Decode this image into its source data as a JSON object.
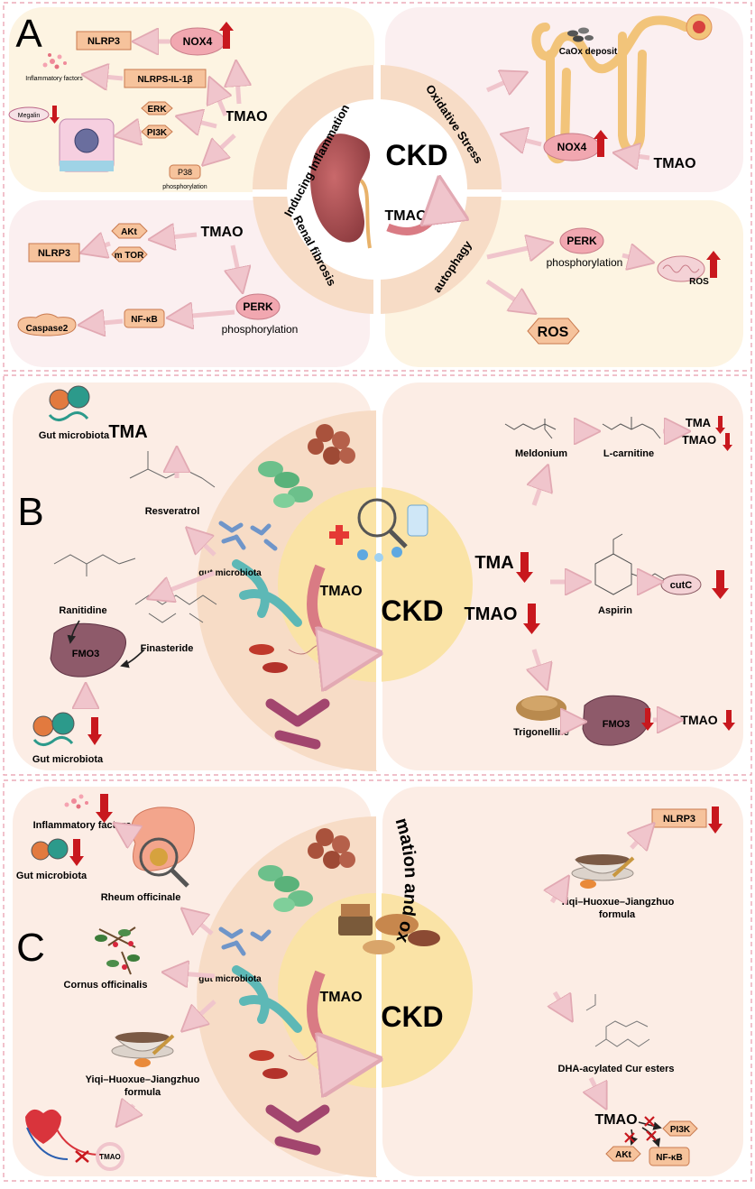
{
  "panels": {
    "a": {
      "letter": "A"
    },
    "b": {
      "letter": "B"
    },
    "c": {
      "letter": "C"
    }
  },
  "panel_a": {
    "center": {
      "ckd": "CKD",
      "tmao": "TMAO"
    },
    "ring_labels": {
      "inflammation": "Inducing Inflammation",
      "oxidative": "Oxidative Stress",
      "fibrosis": "Renal fibrosis",
      "autophagy": "autophagy"
    },
    "inflammation": {
      "tmao": "TMAO",
      "nox4": "NOX4",
      "nlrp3": "NLRP3",
      "nlrps": "NLRPS-IL-1β",
      "infl_factors": "Inflammatory factors",
      "megalin": "Megalin",
      "erk": "ERK",
      "pi3k": "PI3K",
      "p38": "P38",
      "p38_sub": "phosphorylation"
    },
    "oxidative": {
      "caox": "CaOx deposit",
      "nox4": "NOX4",
      "tmao": "TMAO"
    },
    "fibrosis": {
      "tmao": "TMAO",
      "akt": "AKt",
      "mtor": "m TOR",
      "nlrp3": "NLRP3",
      "perk": "PERK",
      "perk_sub": "phosphorylation",
      "nfkb": "NF-κB",
      "caspase": "Caspase2"
    },
    "autophagy": {
      "perk": "PERK",
      "perk_sub": "phosphorylation",
      "ros_small": "ROS",
      "ros": "ROS"
    }
  },
  "panel_b": {
    "center": {
      "ckd": "CKD",
      "tmao": "TMAO"
    },
    "gut_label": "gut microbiota",
    "left": {
      "gut_top": "Gut microbiota",
      "tma": "TMA",
      "resveratrol": "Resveratrol",
      "ranitidine": "Ranitidine",
      "finasteride": "Finasteride",
      "fmo3": "FMO3",
      "gut_bottom": "Gut microbiota"
    },
    "right": {
      "tma": "TMA",
      "tmao": "TMAO",
      "meldonium": "Meldonium",
      "lcarnitine": "L-carnitine",
      "tma_small": "TMA",
      "tmao_small": "TMAO",
      "aspirin": "Aspirin",
      "cutc": "cutC",
      "trigonelline": "Trigonelline",
      "fmo3": "FMO3",
      "tmao_end": "TMAO"
    }
  },
  "panel_c": {
    "center": {
      "ckd": "CKD",
      "tmao": "TMAO"
    },
    "gut_label": "gut microbiota",
    "left": {
      "infl_factors": "Inflammatory factors",
      "gut": "Gut microbiota",
      "rheum": "Rheum officinale",
      "cornus": "Cornus officinalis",
      "formula_1": "Yiqi–Huoxue–Jiangzhuo",
      "formula_2": "formula",
      "tmao": "TMAO"
    },
    "arc_text": "Inhibit inflammation and oxidative stress",
    "right": {
      "nlrp3": "NLRP3",
      "formula_1": "Yiqi–Huoxue–Jiangzhuo",
      "formula_2": "formula",
      "dha": "DHA-acylated Cur esters",
      "tmao": "TMAO",
      "pi3k": "PI3K",
      "akt": "AKt",
      "nfkb": "NF-κB"
    }
  },
  "colors": {
    "accent_red": "#c8181e",
    "box_fill": "#f6c39c",
    "box_stroke": "#c97a4f",
    "pink_fill": "#f1a7b0",
    "arrow": "#f0c5cc",
    "panel_a_bg_1": "#fdf4e2",
    "panel_a_bg_2": "#fbeff0",
    "panel_bg": "#fcede5",
    "ring": "#f7dcc6",
    "core": "#fae3a6",
    "dash": "#e89aaa"
  }
}
